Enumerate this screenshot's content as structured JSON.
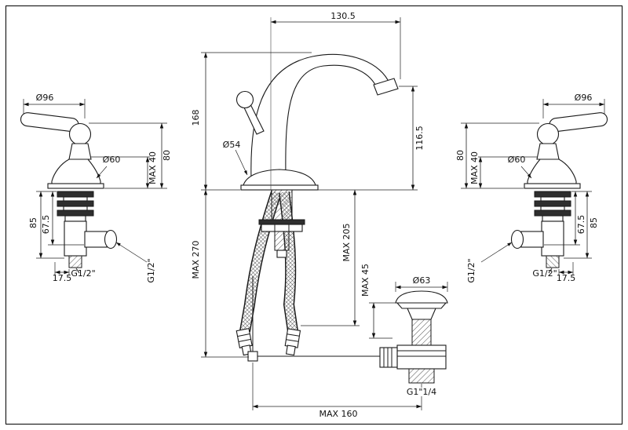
{
  "drawing": {
    "subject": "Basin mixer faucet with side valves and pop-up waste — dimensioned technical drawing",
    "line_color": "#1a1a1a",
    "background_color": "#ffffff"
  },
  "center": {
    "spout_reach": "130.5",
    "spout_height": "168",
    "base_diameter": "Ø54",
    "outlet_height": "116.5",
    "max_overall_height": "MAX 270",
    "max_hose_length": "MAX 205",
    "max_drain_deck": "MAX 45",
    "drain_diameter": "Ø63",
    "drain_thread": "G1\"1/4",
    "max_bottom_reach": "MAX  160"
  },
  "left_valve": {
    "handle_diameter": "Ø96",
    "escutcheon_diameter": "Ø60",
    "max_deck_thickness": "MAX 40",
    "handle_height": "80",
    "body_height": "85",
    "outlet_center_height": "67.5",
    "outlet_offset": "17.5",
    "bottom_thread": "G1/2\"",
    "side_thread": "G1/2\""
  },
  "right_valve": {
    "handle_diameter": "Ø96",
    "escutcheon_diameter": "Ø60",
    "max_deck_thickness": "MAX 40",
    "handle_height": "80",
    "body_height": "85",
    "outlet_center_height": "67.5",
    "outlet_offset": "17.5",
    "bottom_thread": "G1/2\"",
    "side_thread": "G1/2\""
  }
}
